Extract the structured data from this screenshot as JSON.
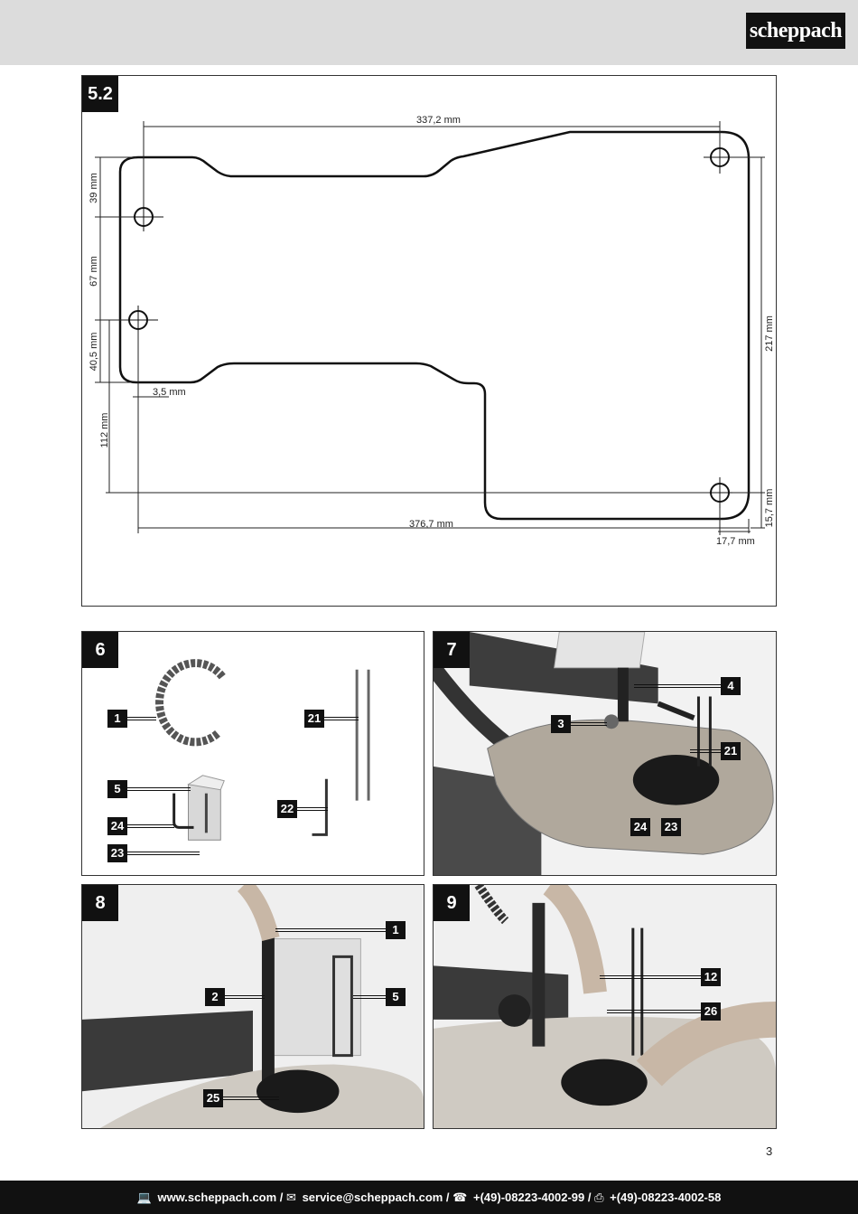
{
  "header": {
    "brand": "scheppach"
  },
  "figure_5_2": {
    "label": "5.2",
    "dimensions": {
      "top_width": "337,2 mm",
      "left_39": "39 mm",
      "left_67": "67 mm",
      "left_40_5": "40,5 mm",
      "left_112": "112 mm",
      "offset_3_5": "3,5 mm",
      "right_217": "217 mm",
      "right_15_7": "15,7 mm",
      "bottom_width": "376,7 mm",
      "bottom_17_7": "17,7 mm"
    }
  },
  "figure_6": {
    "label": "6",
    "callouts": [
      "1",
      "5",
      "24",
      "23",
      "21",
      "22"
    ]
  },
  "figure_7": {
    "label": "7",
    "callouts": [
      "4",
      "3",
      "21",
      "24",
      "23"
    ]
  },
  "figure_8": {
    "label": "8",
    "callouts": [
      "1",
      "2",
      "5",
      "25"
    ]
  },
  "figure_9": {
    "label": "9",
    "callouts": [
      "12",
      "26"
    ]
  },
  "page_number": "3",
  "footer": {
    "web": "www.scheppach.com /",
    "email": "service@scheppach.com /",
    "phone": "+(49)-08223-4002-99 /",
    "fax": "+(49)-08223-4002-58"
  }
}
